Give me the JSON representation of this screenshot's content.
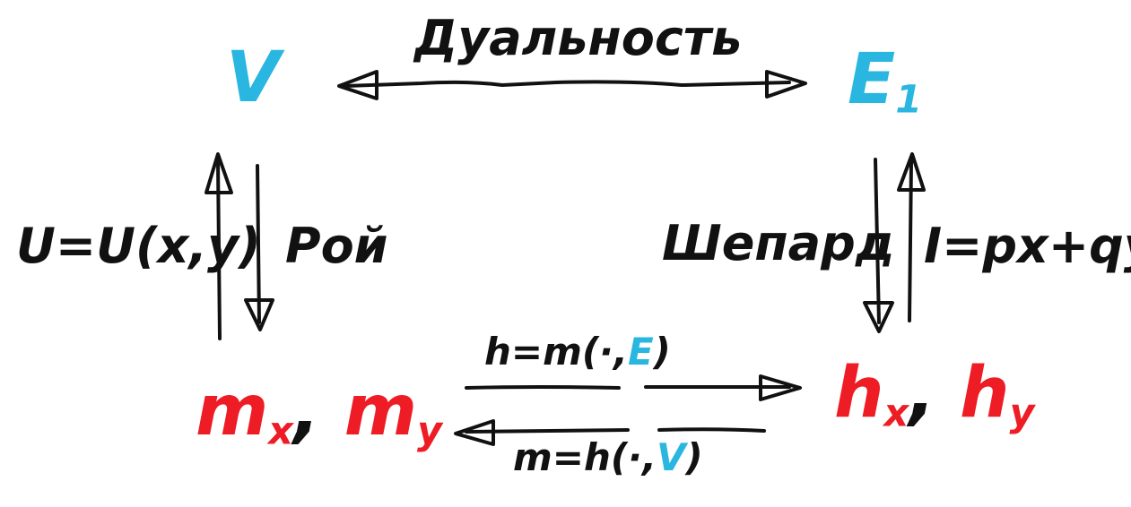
{
  "colors": {
    "ink": "#111111",
    "blue": "#29b6e0",
    "red": "#ee1c24"
  },
  "nodes": {
    "v": "V",
    "e": "E",
    "e_sub": "1",
    "m_left": "m",
    "m_left_sub": "x",
    "m_right": "m",
    "m_right_sub": "y",
    "h_left": "h",
    "h_left_sub": "x",
    "h_right": "h",
    "h_right_sub": "y",
    "comma": ","
  },
  "edges": {
    "top": "Дуальность",
    "left_outer": "U=U(x,y)",
    "left_inner": "Рой",
    "right_inner": "Шепард",
    "right_outer": "I=px+qy",
    "bottom_top_pre": "h=m(·,",
    "bottom_top_blue": "E",
    "bottom_top_post": ")",
    "bottom_bot_pre": "m=h(·,",
    "bottom_bot_blue": "V",
    "bottom_bot_post": ")"
  }
}
